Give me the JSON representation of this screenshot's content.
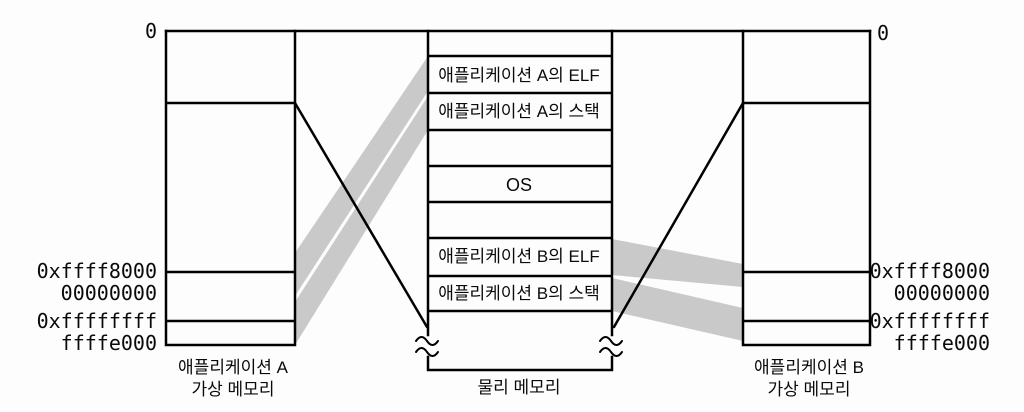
{
  "figure": {
    "colors": {
      "background": "#fdfdfd",
      "line": "#000000",
      "band": "#c9c9c9"
    },
    "left_memory": {
      "top_address": "0",
      "addresses": [
        {
          "line1": "0xffff8000",
          "line2": "00000000"
        },
        {
          "line1": "0xffffffff",
          "line2": "ffffe000"
        }
      ],
      "caption": {
        "line1": "애플리케이션 A",
        "line2": "가상 메모리"
      }
    },
    "physical_memory": {
      "segments": [
        {
          "label": ""
        },
        {
          "label": "애플리케이션 A의 ELF"
        },
        {
          "label": "애플리케이션 A의 스택"
        },
        {
          "label": ""
        },
        {
          "label": "OS"
        },
        {
          "label": ""
        },
        {
          "label": "애플리케이션 B의 ELF"
        },
        {
          "label": "애플리케이션 B의 스택"
        },
        {
          "label": ""
        }
      ],
      "caption": "물리 메모리"
    },
    "right_memory": {
      "top_address": "0",
      "addresses": [
        {
          "line1": "0xffff8000",
          "line2": "00000000"
        },
        {
          "line1": "0xffffffff",
          "line2": "ffffe000"
        }
      ],
      "caption": {
        "line1": "애플리케이션 B",
        "line2": "가상 메모리"
      }
    },
    "mappings": [
      {
        "from": "애플리케이션 A 가상 메모리 0xffff800000000000",
        "to": "애플리케이션 A의 ELF"
      },
      {
        "from": "애플리케이션 A 가상 메모리 0xffffffffffffe000",
        "to": "애플리케이션 A의 스택"
      },
      {
        "from": "애플리케이션 B 가상 메모리 0xffff800000000000",
        "to": "애플리케이션 B의 ELF"
      },
      {
        "from": "애플리케이션 B 가상 메모리 0xffffffffffffe000",
        "to": "애플리케이션 B의 스택"
      }
    ]
  }
}
